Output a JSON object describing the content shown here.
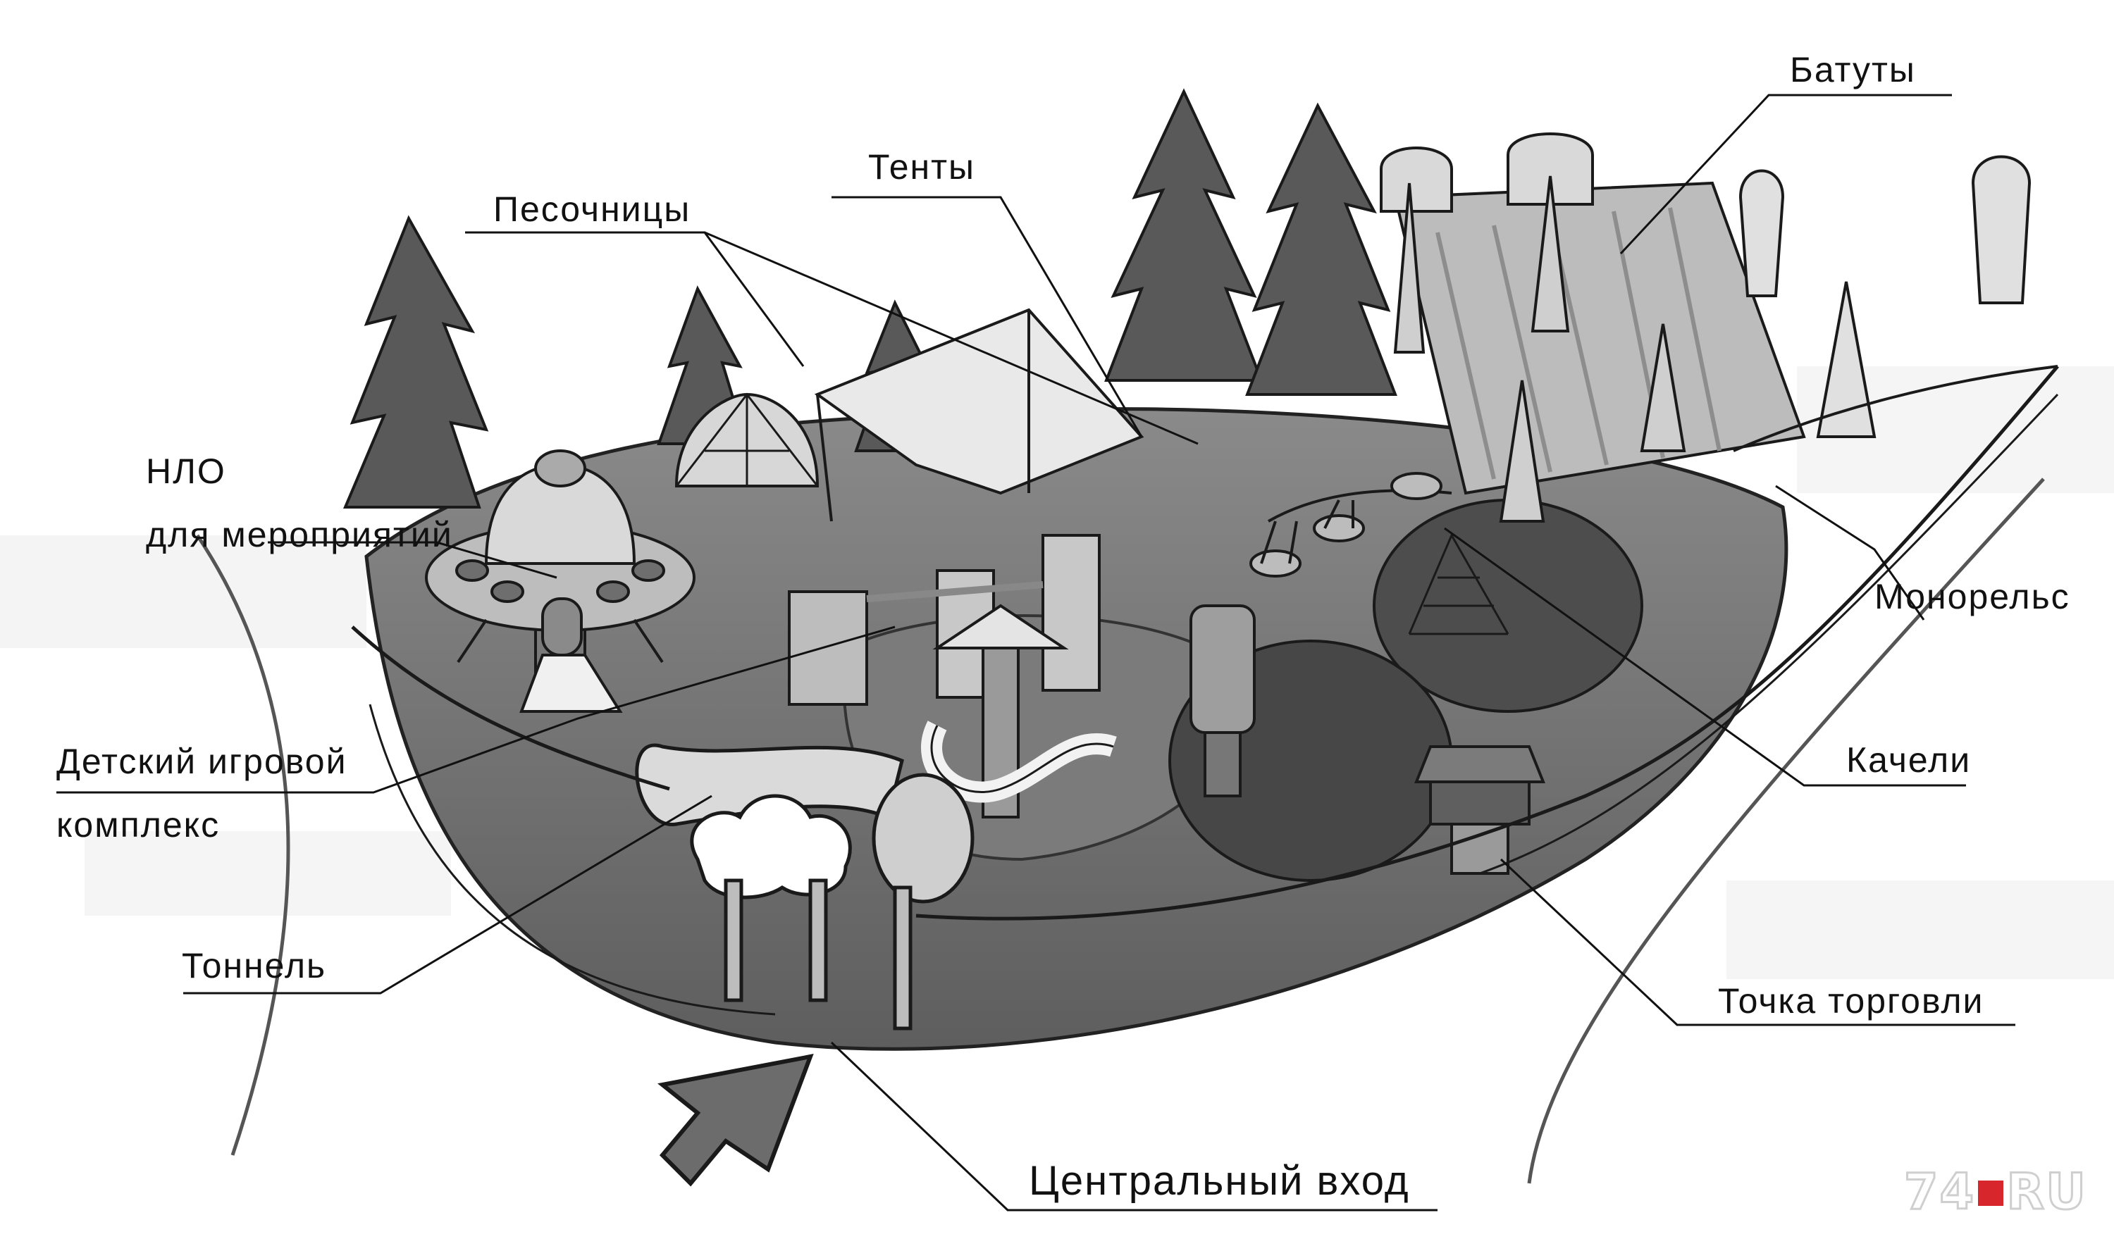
{
  "labels": {
    "ufo_line1": "НЛО",
    "ufo_line2": "для мероприятий",
    "sandboxes": "Песочницы",
    "tents": "Тенты",
    "trampolines": "Батуты",
    "monorail": "Монорельс",
    "playground_line1": "Детский игровой",
    "playground_line2": "комплекс",
    "swings": "Качели",
    "tunnel": "Тоннель",
    "kiosk": "Точка торговли",
    "entrance": "Центральный вход"
  },
  "watermark": {
    "prefix": "74",
    "suffix": "RU",
    "accent_color": "#d8262d"
  },
  "colors": {
    "ink": "#111111",
    "dark_fill": "#6f6f6f",
    "mid_fill": "#9a9a9a",
    "light_fill": "#d4d4d4",
    "tree_fill": "#5a5a5a"
  }
}
